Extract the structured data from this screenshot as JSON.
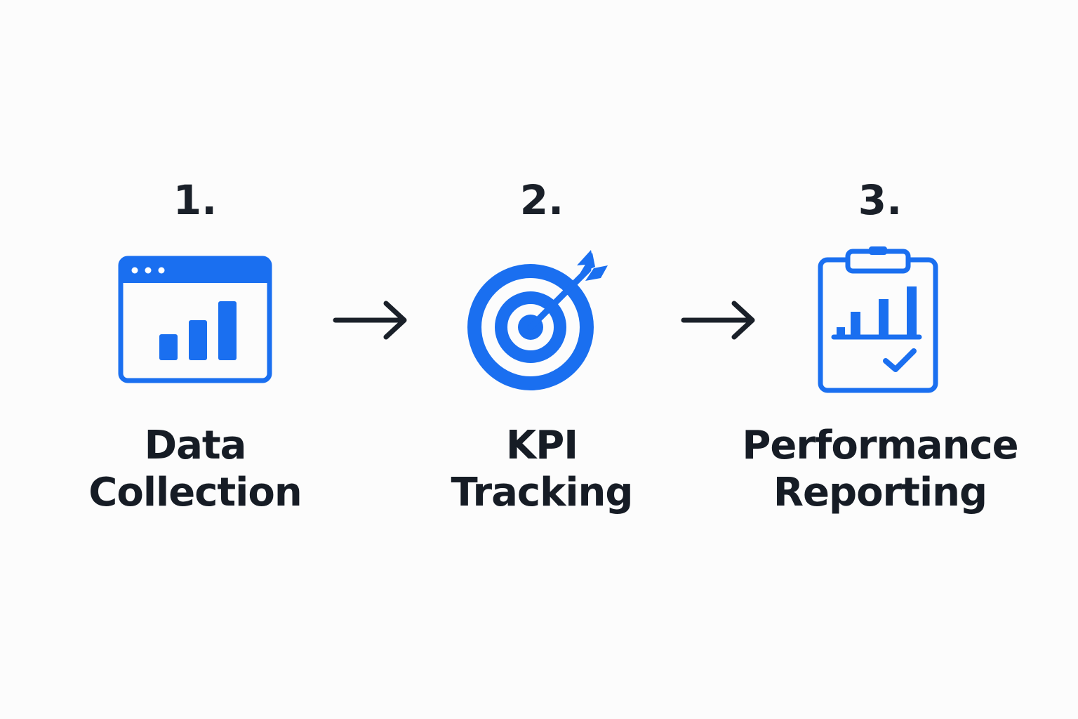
{
  "colors": {
    "accent": "#1a6ff0",
    "text": "#161c25",
    "arrow": "#1a2029",
    "background": "#fcfcfc"
  },
  "steps": [
    {
      "number": "1.",
      "icon": "browser-bar-chart-icon",
      "label_lines": [
        "Data",
        "Collection"
      ]
    },
    {
      "number": "2.",
      "icon": "target-arrow-icon",
      "label_lines": [
        "KPI",
        "Tracking"
      ]
    },
    {
      "number": "3.",
      "icon": "clipboard-chart-check-icon",
      "label_lines": [
        "Performance",
        "Reporting"
      ]
    }
  ],
  "connectors": [
    {
      "icon": "right-arrow-icon"
    },
    {
      "icon": "right-arrow-icon"
    }
  ]
}
